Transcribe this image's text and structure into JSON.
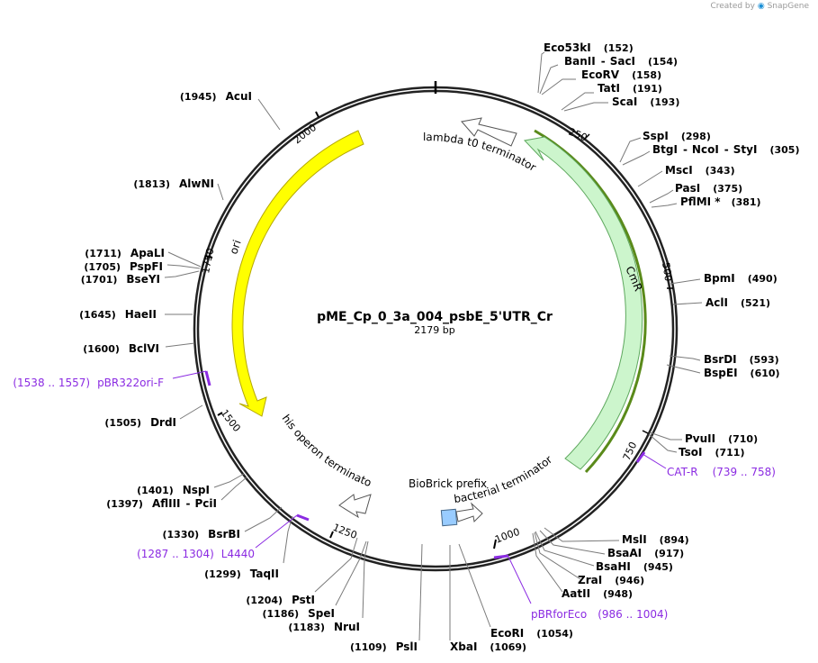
{
  "brand": {
    "prefix": "Created by",
    "name": "SnapGene"
  },
  "plasmid": {
    "name": "pME_Cp_0_3a_004_psbE_5'UTR_Cr",
    "length_label": "2179 bp",
    "length_bp": 2179
  },
  "ruler": [
    {
      "bp": 250,
      "label": "250"
    },
    {
      "bp": 500,
      "label": "500"
    },
    {
      "bp": 750,
      "label": "750"
    },
    {
      "bp": 1000,
      "label": "1000"
    },
    {
      "bp": 1250,
      "label": "1250"
    },
    {
      "bp": 1500,
      "label": "1500"
    },
    {
      "bp": 1750,
      "label": "1750"
    },
    {
      "bp": 2000,
      "label": "2000"
    }
  ],
  "features": [
    {
      "id": "ori",
      "label": "ori",
      "color": "#ffff00",
      "stroke": "#b5a800"
    },
    {
      "id": "cmr",
      "label": "CmR",
      "color": "#ccf5cc",
      "stroke": "#5ea85e"
    },
    {
      "id": "lambda",
      "label": "lambda t0 terminator",
      "color": "#ffffff",
      "stroke": "#555555"
    },
    {
      "id": "his",
      "label": "his operon terminator",
      "color": "#ffffff",
      "stroke": "#555555"
    },
    {
      "id": "bacterial",
      "label": "bacterial terminator",
      "color": "#ffffff",
      "stroke": "#555555"
    },
    {
      "id": "biobrick",
      "label": "BioBrick prefix",
      "color": "#99ccff",
      "stroke": "#446688"
    }
  ],
  "sites": [
    {
      "name": "Eco53kI",
      "pos": "(152)"
    },
    {
      "name": "BanII",
      "sep": "-",
      "name2": "SacI",
      "pos": "(154)"
    },
    {
      "name": "EcoRV",
      "pos": "(158)"
    },
    {
      "name": "TatI",
      "pos": "(191)"
    },
    {
      "name": "ScaI",
      "pos": "(193)"
    },
    {
      "name": "SspI",
      "pos": "(298)"
    },
    {
      "name": "BtgI",
      "sep": "-",
      "name2": "NcoI",
      "sep2": "-",
      "name3": "StyI",
      "pos": "(305)"
    },
    {
      "name": "MscI",
      "pos": "(343)"
    },
    {
      "name": "PasI",
      "pos": "(375)"
    },
    {
      "name": "PflMI *",
      "pos": "(381)"
    },
    {
      "name": "BpmI",
      "pos": "(490)"
    },
    {
      "name": "AclI",
      "pos": "(521)"
    },
    {
      "name": "BsrDI",
      "pos": "(593)"
    },
    {
      "name": "BspEI",
      "pos": "(610)"
    },
    {
      "name": "PvuII",
      "pos": "(710)"
    },
    {
      "name": "TsoI",
      "pos": "(711)"
    },
    {
      "name": "MslI",
      "pos": "(894)"
    },
    {
      "name": "BsaAI",
      "pos": "(917)"
    },
    {
      "name": "BsaHI",
      "pos": "(945)"
    },
    {
      "name": "ZraI",
      "pos": "(946)"
    },
    {
      "name": "AatII",
      "pos": "(948)"
    },
    {
      "name": "EcoRI",
      "pos": "(1054)"
    },
    {
      "name": "XbaI",
      "pos": "(1069)"
    },
    {
      "name": "PslI",
      "pos": "(1109)"
    },
    {
      "name": "NruI",
      "pos": "(1183)"
    },
    {
      "name": "SpeI",
      "pos": "(1186)"
    },
    {
      "name": "PstI",
      "pos": "(1204)"
    },
    {
      "name": "TaqII",
      "pos": "(1299)"
    },
    {
      "name": "BsrBI",
      "pos": "(1330)"
    },
    {
      "name": "AflIII",
      "sep": "-",
      "name2": "PciI",
      "pos": "(1397)"
    },
    {
      "name": "NspI",
      "pos": "(1401)"
    },
    {
      "name": "DrdI",
      "pos": "(1505)"
    },
    {
      "name": "BclVI",
      "pos": "(1600)"
    },
    {
      "name": "HaeII",
      "pos": "(1645)"
    },
    {
      "name": "BseYI",
      "pos": "(1701)"
    },
    {
      "name": "PspFI",
      "pos": "(1705)"
    },
    {
      "name": "ApaLI",
      "pos": "(1711)"
    },
    {
      "name": "AlwNI",
      "pos": "(1813)"
    },
    {
      "name": "AcuI",
      "pos": "(1945)"
    }
  ],
  "primers": [
    {
      "name": "CAT-R",
      "range": "(739 .. 758)"
    },
    {
      "name": "pBRforEco",
      "range": "(986 .. 1004)"
    },
    {
      "name": "L4440",
      "range": "(1287 .. 1304)"
    },
    {
      "name": "pBR322ori-F",
      "range": "(1538 .. 1557)"
    }
  ],
  "colors": {
    "backbone": "#222222",
    "primer": "#8b2be2",
    "leader": "#7a7a7a"
  }
}
